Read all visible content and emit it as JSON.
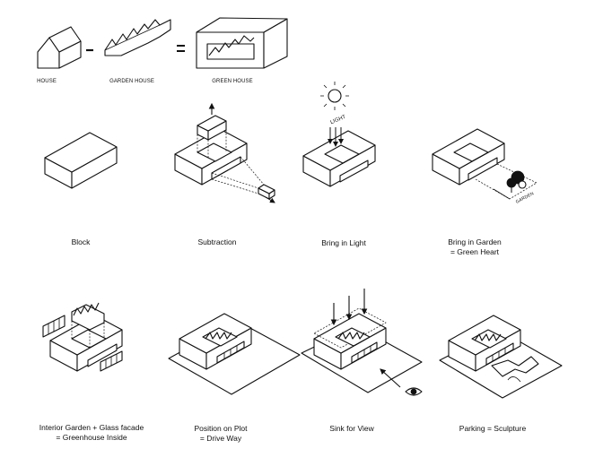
{
  "header": {
    "house": "HOUSE",
    "garden_house": "GARDEN HOUSE",
    "green_house": "GREEN HOUSE",
    "minus": "-",
    "equals": "="
  },
  "annotations": {
    "light": "LIGHT",
    "garden": "GARDEN"
  },
  "steps": [
    {
      "line1": "Block",
      "line2": ""
    },
    {
      "line1": "Subtraction",
      "line2": ""
    },
    {
      "line1": "Bring in Light",
      "line2": ""
    },
    {
      "line1": "Bring in Garden",
      "line2": "= Green Heart"
    },
    {
      "line1": "Interior Garden + Glass facade",
      "line2": "= Greenhouse Inside"
    },
    {
      "line1": "Position on Plot",
      "line2": "= Drive Way"
    },
    {
      "line1": "Sink for View",
      "line2": ""
    },
    {
      "line1": "Parking = Sculpture",
      "line2": ""
    }
  ]
}
